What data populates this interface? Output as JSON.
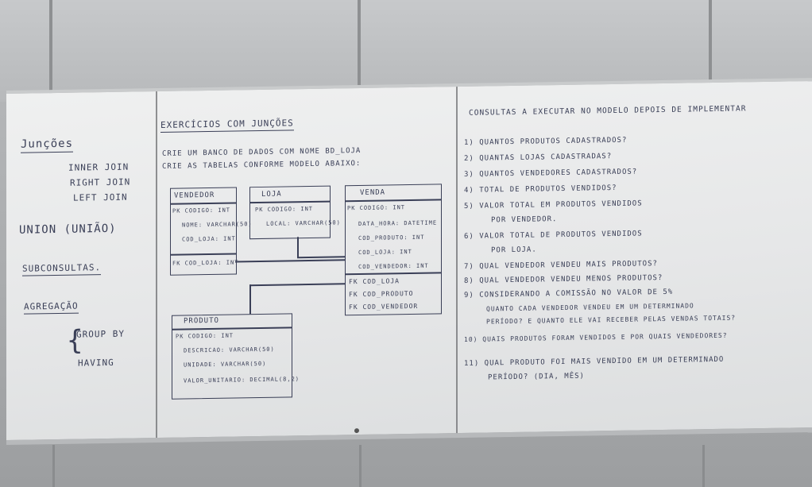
{
  "left": {
    "heading": "Junções",
    "joins": [
      "INNER JOIN",
      "RIGHT JOIN",
      "LEFT JOIN"
    ],
    "union": "UNION (UNIÃO)",
    "subqueries": "SUBCONSULTAS.",
    "aggregation": "AGREGAÇÃO",
    "group_by": "GROUP BY",
    "having": "HAVING"
  },
  "middle": {
    "title": "EXERCÍCIOS COM JUNÇÕES",
    "line1": "CRIE UM BANCO DE DADOS COM NOME BD_LOJA",
    "line2": "CRIE AS TABELAS CONFORME MODELO ABAIXO:",
    "vendedor": {
      "name": "VENDEDOR",
      "fields": [
        "PK CODIGO: INT",
        "NOME: VARCHAR(50)",
        "COD_LOJA: INT"
      ],
      "fk": "FK COD_LOJA: INT"
    },
    "loja": {
      "name": "LOJA",
      "fields": [
        "PK CODIGO: INT",
        "LOCAL: VARCHAR(50)"
      ]
    },
    "venda": {
      "name": "VENDA",
      "fields": [
        "PK CODIGO: INT",
        "DATA_HORA: DATETIME",
        "COD_PRODUTO: INT",
        "COD_LOJA: INT",
        "COD_VENDEDOR: INT"
      ],
      "fks": [
        "FK COD_LOJA",
        "FK COD_PRODUTO",
        "FK COD_VENDEDOR"
      ]
    },
    "produto": {
      "name": "PRODUTO",
      "fields": [
        "PK CODIGO: INT",
        "DESCRICAO: VARCHAR(50)",
        "UNIDADE: VARCHAR(50)",
        "VALOR_UNITARIO: DECIMAL(8,2)"
      ]
    }
  },
  "right": {
    "title": "CONSULTAS A EXECUTAR NO MODELO DEPOIS DE IMPLEMENTAR",
    "questions": [
      "1) QUANTOS PRODUTOS CADASTRADOS?",
      "2) QUANTAS LOJAS CADASTRADAS?",
      "3) QUANTOS VENDEDORES CADASTRADOS?",
      "4) TOTAL DE PRODUTOS VENDIDOS?",
      "5) VALOR TOTAL EM PRODUTOS VENDIDOS",
      "POR VENDEDOR.",
      "6) VALOR TOTAL DE PRODUTOS VENDIDOS",
      "POR LOJA.",
      "7) QUAL VENDEDOR VENDEU MAIS PRODUTOS?",
      "8) QUAL VENDEDOR VENDEU MENOS PRODUTOS?",
      "9) CONSIDERANDO A COMISSÃO NO VALOR DE 5%",
      "QUANTO CADA VENDEDOR VENDEU EM UM DETERMINADO",
      "PERÍODO? E QUANTO ELE VAI RECEBER PELAS VENDAS TOTAIS?",
      "10) QUAIS PRODUTOS FORAM VENDIDOS E POR QUAIS VENDEDORES?",
      "11) QUAL PRODUTO FOI MAIS VENDIDO EM UM DETERMINADO",
      "PERÍODO? (DIA, MÊS)"
    ]
  }
}
